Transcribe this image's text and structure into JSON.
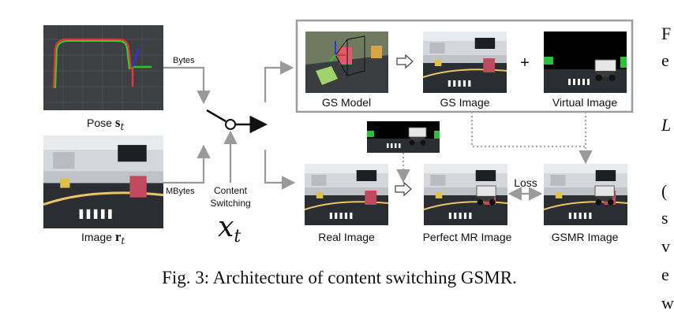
{
  "labels": {
    "pose": "Pose",
    "pose_symbol": "s",
    "pose_sub": "t",
    "image": "Image",
    "image_symbol": "r",
    "image_sub": "t",
    "bytes": "Bytes",
    "mbytes": "MBytes",
    "content_switching_1": "Content",
    "content_switching_2": "Switching",
    "switch_var": "x",
    "switch_sub": "t",
    "gs_model": "GS Model",
    "gs_image": "GS Image",
    "virtual_image": "Virtual Image",
    "plus": "+",
    "real_image": "Real Image",
    "perfect_mr_image": "Perfect MR Image",
    "gsmr_image": "GSMR Image",
    "loss": "Loss"
  },
  "caption": "Fig. 3: Architecture of content switching GSMR.",
  "side_text": [
    "F",
    "e",
    "L",
    "(",
    "s",
    "v",
    "e",
    "w"
  ],
  "colors": {
    "arrow": "#9a9a9a",
    "box": "#9c9c9c",
    "road": "#2a2d31",
    "wall": "#c9ccd0",
    "green": "#2fbf3a"
  }
}
